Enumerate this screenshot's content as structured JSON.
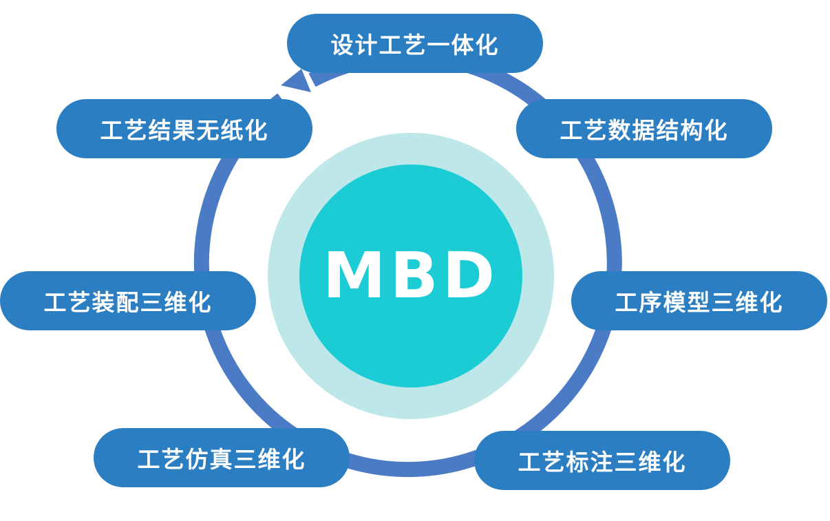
{
  "center": {
    "label": "MBD"
  },
  "items": [
    {
      "key": "top",
      "label": "设计工艺一体化"
    },
    {
      "key": "right-top",
      "label": "工艺数据结构化"
    },
    {
      "key": "right-mid",
      "label": "工序模型三维化"
    },
    {
      "key": "right-bottom",
      "label": "工艺标注三维化"
    },
    {
      "key": "left-bottom",
      "label": "工艺仿真三维化"
    },
    {
      "key": "left-mid",
      "label": "工艺装配三维化"
    },
    {
      "key": "left-top",
      "label": "工艺结果无纸化"
    }
  ],
  "colors": {
    "pill": "#2B7EC1",
    "ring": "#4A7BC4",
    "halo": "#BDE7E8",
    "core": "#1BCCD5",
    "text": "#FFFFFF"
  }
}
